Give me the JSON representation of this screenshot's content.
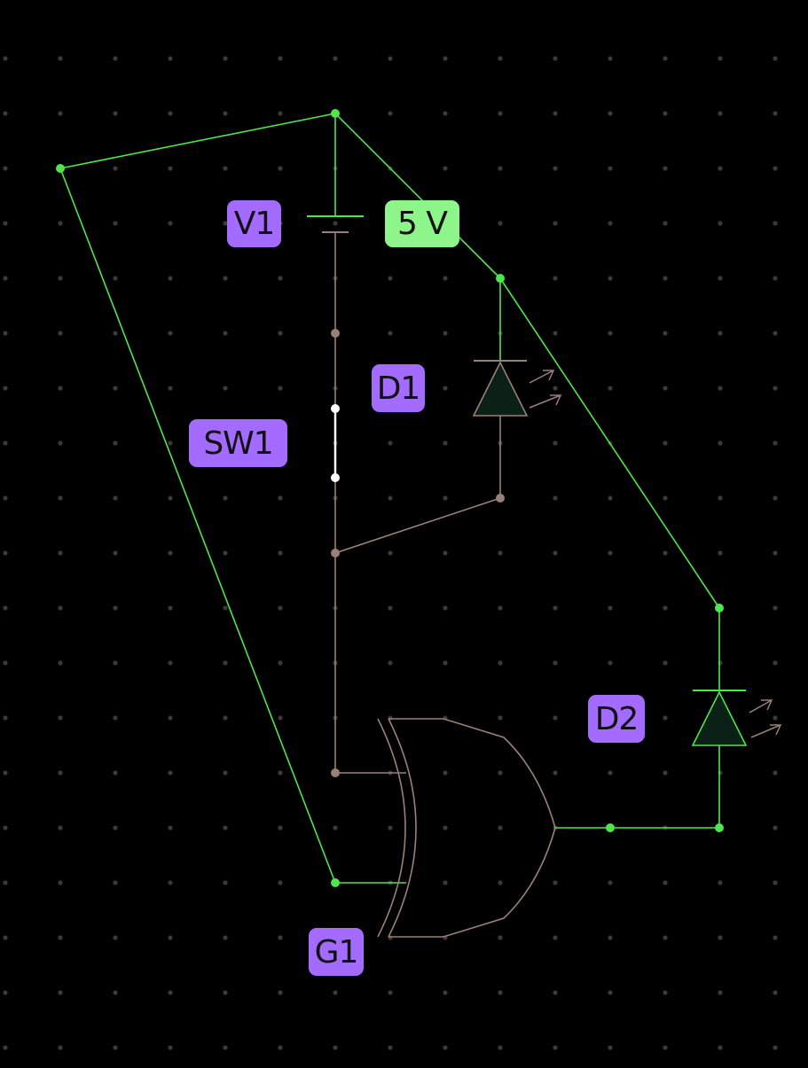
{
  "colors": {
    "background": "#000000",
    "grid_dot": "#3a3a3a",
    "wire_live": "#4ee64a",
    "wire_dead": "#9a8078",
    "switch_closed": "#ffffff",
    "component_label_bg": "#a36bff",
    "value_label_bg": "#8ef58a",
    "led_fill": "#0b2016"
  },
  "components": {
    "battery": {
      "ref": "V1",
      "value": "5 V"
    },
    "switch": {
      "ref": "SW1",
      "state": "closed"
    },
    "led_1": {
      "ref": "D1",
      "powered": false
    },
    "led_2": {
      "ref": "D2",
      "powered": true
    },
    "gate": {
      "ref": "G1",
      "type": "XOR"
    }
  }
}
